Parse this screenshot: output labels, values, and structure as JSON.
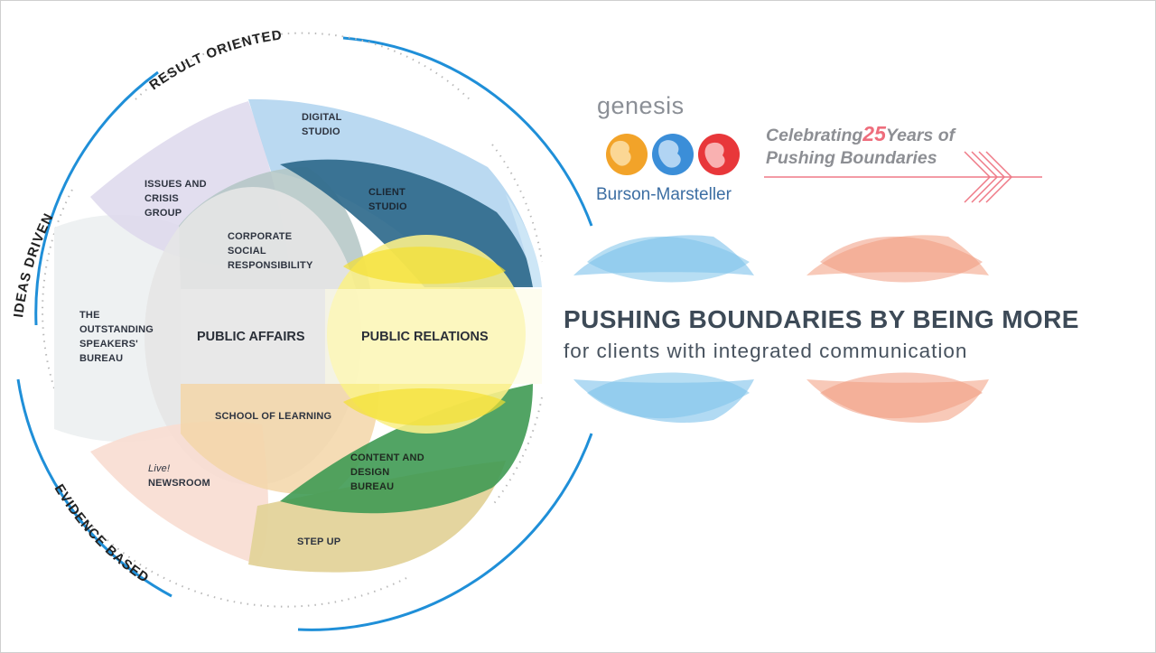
{
  "outer_ring": {
    "top": "RESULT ORIENTED",
    "left": "IDEAS DRIVEN",
    "bottom": "EVIDENCE BASED"
  },
  "segments": {
    "digital_studio": "DIGITAL STUDIO",
    "issues_crisis": "ISSUES AND CRISIS GROUP",
    "client_studio": "CLIENT STUDIO",
    "csr": "CORPORATE SOCIAL RESPONSIBILITY",
    "speakers_bureau": "THE OUTSTANDING SPEAKERS' BUREAU",
    "public_affairs": "PUBLIC AFFAIRS",
    "public_relations": "PUBLIC RELATIONS",
    "school_of_learning": "SCHOOL OF LEARNING",
    "newsroom_prefix": "Live!",
    "newsroom": "NEWSROOM",
    "content_design": "CONTENT AND DESIGN BUREAU",
    "step_up": "STEP UP"
  },
  "branding": {
    "genesis": "genesis",
    "burson": "Burson-Marsteller",
    "celebrating_prefix": "Celebrating",
    "anniversary_number": "25",
    "celebrating_suffix": "Years of",
    "celebrating_line2": "Pushing Boundaries"
  },
  "tagline": {
    "headline": "PUSHING BOUNDARIES BY BEING MORE",
    "subline": "for clients with integrated communication"
  },
  "colors": {
    "ring_blue": "#1f8fd8",
    "yellow": "#f4e43a",
    "blue_light": "#a6d2ef",
    "blue_dark": "#2b6486",
    "green": "#3f9a53",
    "salmon": "#f3a58d",
    "brand_pink": "#ee6d7c"
  }
}
